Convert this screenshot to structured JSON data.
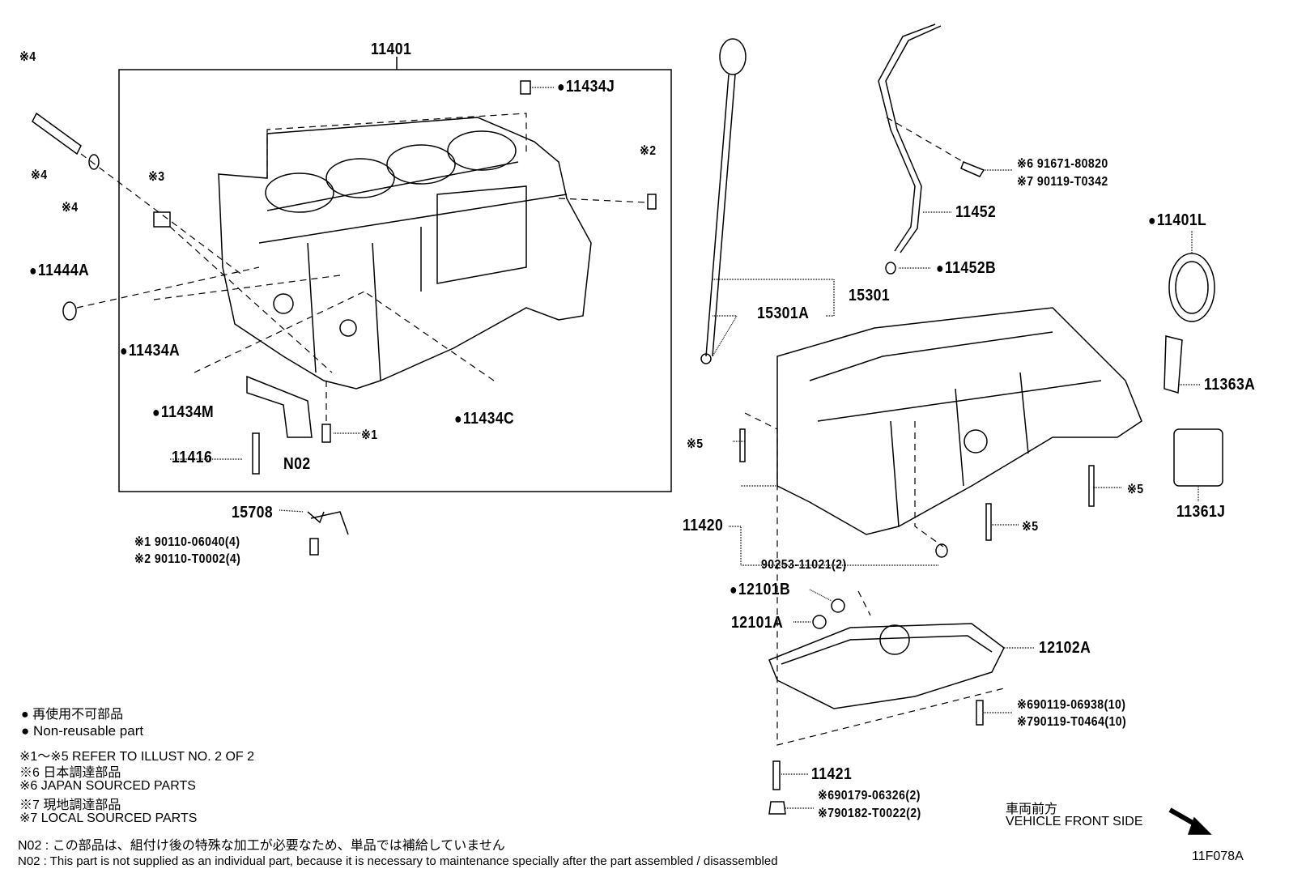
{
  "title": "11401",
  "labels": {
    "p11434J": "11434J",
    "p11444A": "11444A",
    "p11434A": "11434A",
    "p11434M": "11434M",
    "p11434C": "11434C",
    "p11416": "11416",
    "n02": "N02",
    "s1": "※1",
    "s2": "※2",
    "s3": "※3",
    "s4a": "※4",
    "s4b": "※4",
    "s4c": "※4",
    "p15708": "15708",
    "bolt1": "※1 90110-06040(4)",
    "bolt2": "※2 90110-T0002(4)",
    "p15301": "15301",
    "p15301A": "15301A",
    "p11452": "11452",
    "p11452B": "11452B",
    "tubebolt6": "※6 91671-80820",
    "tubebolt7": "※7 90119-T0342",
    "p11401L": "11401L",
    "p11363A": "11363A",
    "p11361J": "11361J",
    "s5a": "※5",
    "s5b": "※5",
    "s5c": "※5",
    "p11420": "11420",
    "pin": "90253-11021(2)",
    "p12101B": "12101B",
    "p12101A": "12101A",
    "p12102A": "12102A",
    "panbolt6": "※690119-06938(10)",
    "panbolt7": "※790119-T0464(10)",
    "p11421": "11421",
    "stud6": "※690179-06326(2)",
    "stud7": "※790182-T0022(2)"
  },
  "legend": {
    "nonreusable_jp": "再使用不可部品",
    "nonreusable_en": "Non-reusable part",
    "refer": "※1～※5  REFER TO ILLUST NO. 2 OF 2",
    "japan_jp": "※6  日本調達部品",
    "japan_en": "※6  JAPAN SOURCED PARTS",
    "local_jp": "※7  現地調達部品",
    "local_en": "※7  LOCAL SOURCED PARTS",
    "n02_jp": "N02 : この部品は、組付け後の特殊な加工が必要なため、単品では補給していません",
    "n02_en": "N02 : This part is not supplied as an individual part, because it is necessary to maintenance specially after the part assembled / disassembled"
  },
  "front": {
    "jp": "車両前方",
    "en": "VEHICLE FRONT SIDE"
  },
  "illustration_id": "11F078A"
}
